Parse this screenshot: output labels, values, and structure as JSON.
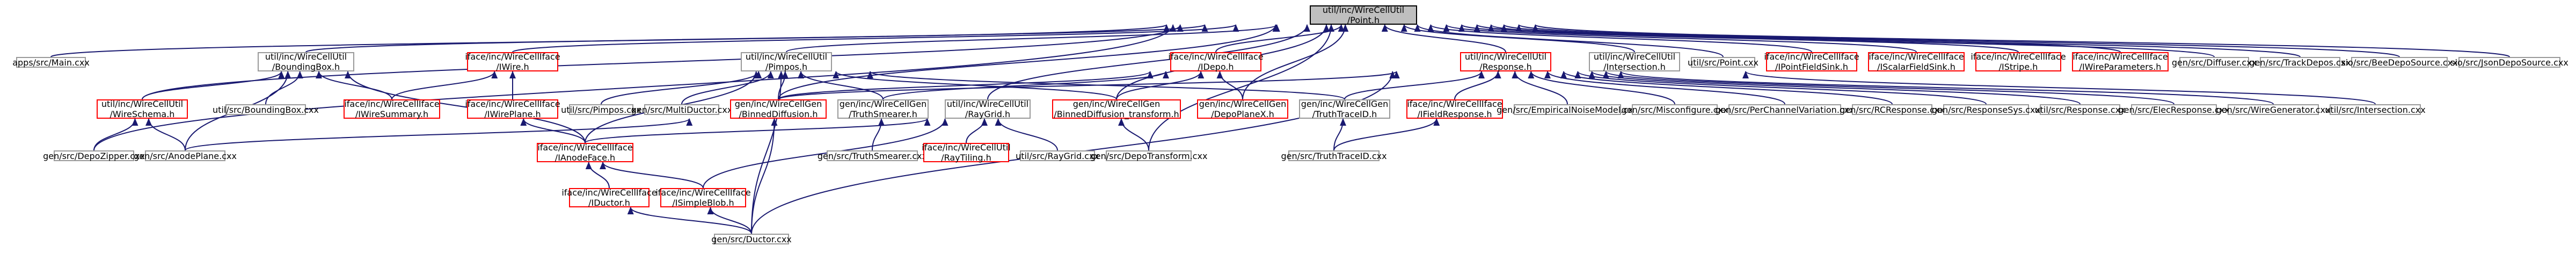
{
  "graph": {
    "kind": "include-dependency-graph",
    "edge_color": "#191970",
    "border_colors": {
      "documented": "#999999",
      "external": "#ff0000",
      "root": "#000000"
    },
    "root_fill": "#bfbfbf",
    "nodes": [
      {
        "id": "point",
        "label": "util/inc/WireCellUtil\n/Point.h",
        "style": "root"
      },
      {
        "id": "apps_main",
        "label": "apps/src/Main.cxx",
        "style": "doc"
      },
      {
        "id": "boundingbox_h",
        "label": "util/inc/WireCellUtil\n/BoundingBox.h",
        "style": "doc"
      },
      {
        "id": "iwire_h",
        "label": "iface/inc/WireCellIface\n/IWire.h",
        "style": "ext"
      },
      {
        "id": "pimpos_h",
        "label": "util/inc/WireCellUtil\n/Pimpos.h",
        "style": "doc"
      },
      {
        "id": "idepo_h",
        "label": "iface/inc/WireCellIface\n/IDepo.h",
        "style": "ext"
      },
      {
        "id": "response_h",
        "label": "util/inc/WireCellUtil\n/Response.h",
        "style": "ext"
      },
      {
        "id": "intersection_h",
        "label": "util/inc/WireCellUtil\n/Intersection.h",
        "style": "doc"
      },
      {
        "id": "util_point_cxx",
        "label": "util/src/Point.cxx",
        "style": "doc"
      },
      {
        "id": "ipointfieldsink",
        "label": "iface/inc/WireCellIface\n/IPointFieldSink.h",
        "style": "ext"
      },
      {
        "id": "iscalarfieldsink",
        "label": "iface/inc/WireCellIface\n/IScalarFieldSink.h",
        "style": "ext"
      },
      {
        "id": "istripe",
        "label": "iface/inc/WireCellIface\n/IStripe.h",
        "style": "ext"
      },
      {
        "id": "iwireparameters",
        "label": "iface/inc/WireCellIface\n/IWireParameters.h",
        "style": "ext"
      },
      {
        "id": "gen_diffuser",
        "label": "gen/src/Diffuser.cxx",
        "style": "doc"
      },
      {
        "id": "gen_trackdepos",
        "label": "gen/src/TrackDepos.cxx",
        "style": "doc"
      },
      {
        "id": "sio_bee",
        "label": "sio/src/BeeDepoSource.cxx",
        "style": "doc"
      },
      {
        "id": "sio_json",
        "label": "sio/src/JsonDepoSource.cxx",
        "style": "doc"
      },
      {
        "id": "wireschema_h",
        "label": "util/inc/WireCellUtil\n/WireSchema.h",
        "style": "ext"
      },
      {
        "id": "util_bbox_cxx",
        "label": "util/src/BoundingBox.cxx",
        "style": "doc"
      },
      {
        "id": "iwiresummary_h",
        "label": "iface/inc/WireCellIface\n/IWireSummary.h",
        "style": "ext"
      },
      {
        "id": "iwireplane_h",
        "label": "iface/inc/WireCellIface\n/IWirePlane.h",
        "style": "ext"
      },
      {
        "id": "util_pimpos_cxx",
        "label": "util/src/Pimpos.cxx",
        "style": "doc"
      },
      {
        "id": "gen_multiductor",
        "label": "gen/src/MultiDuctor.cxx",
        "style": "doc"
      },
      {
        "id": "bdiffusion_h",
        "label": "gen/inc/WireCellGen\n/BinnedDiffusion.h",
        "style": "ext"
      },
      {
        "id": "truthsmearer_h",
        "label": "gen/inc/WireCellGen\n/TruthSmearer.h",
        "style": "doc"
      },
      {
        "id": "raygrid_h",
        "label": "util/inc/WireCellUtil\n/RayGrid.h",
        "style": "doc"
      },
      {
        "id": "bdiff_transform_h",
        "label": "gen/inc/WireCellGen\n/BinnedDiffusion_transform.h",
        "style": "ext"
      },
      {
        "id": "depoplanex_h",
        "label": "gen/inc/WireCellGen\n/DepoPlaneX.h",
        "style": "ext"
      },
      {
        "id": "truthtraceid_h",
        "label": "gen/inc/WireCellGen\n/TruthTraceID.h",
        "style": "doc"
      },
      {
        "id": "ifieldresponse_h",
        "label": "iface/inc/WireCellIface\n/IFieldResponse.h",
        "style": "ext"
      },
      {
        "id": "gen_empirical",
        "label": "gen/src/EmpiricalNoiseModel.cxx",
        "style": "doc"
      },
      {
        "id": "gen_misconfigure",
        "label": "gen/src/Misconfigure.cxx",
        "style": "doc"
      },
      {
        "id": "gen_perchannel",
        "label": "gen/src/PerChannelVariation.cxx",
        "style": "doc"
      },
      {
        "id": "gen_rcresponse",
        "label": "gen/src/RCResponse.cxx",
        "style": "doc"
      },
      {
        "id": "gen_responsesys",
        "label": "gen/src/ResponseSys.cxx",
        "style": "doc"
      },
      {
        "id": "util_response_cxx",
        "label": "util/src/Response.cxx",
        "style": "doc"
      },
      {
        "id": "gen_elecresponse",
        "label": "gen/src/ElecResponse.cxx",
        "style": "doc"
      },
      {
        "id": "gen_wiregenerator",
        "label": "gen/src/WireGenerator.cxx",
        "style": "doc"
      },
      {
        "id": "util_intersection_cxx",
        "label": "util/src/Intersection.cxx",
        "style": "doc"
      },
      {
        "id": "gen_depozipper",
        "label": "gen/src/DepoZipper.cxx",
        "style": "doc"
      },
      {
        "id": "gen_anodeplane",
        "label": "gen/src/AnodePlane.cxx",
        "style": "doc"
      },
      {
        "id": "ianodeface_h",
        "label": "iface/inc/WireCellIface\n/IAnodeFace.h",
        "style": "ext"
      },
      {
        "id": "gen_truthsmearer_cxx",
        "label": "gen/src/TruthSmearer.cxx",
        "style": "doc"
      },
      {
        "id": "iraytiling_h",
        "label": "iface/inc/WireCellUtil\n/RayTiling.h",
        "style": "ext"
      },
      {
        "id": "util_raygrid_cxx",
        "label": "util/src/RayGrid.cxx",
        "style": "doc"
      },
      {
        "id": "gen_depotransform",
        "label": "gen/src/DepoTransform.cxx",
        "style": "doc"
      },
      {
        "id": "gen_truthtraceid_cxx",
        "label": "gen/src/TruthTraceID.cxx",
        "style": "doc"
      },
      {
        "id": "iductor_h",
        "label": "iface/inc/WireCellIface\n/IDuctor.h",
        "style": "ext"
      },
      {
        "id": "isimpleblob_h",
        "label": "iface/inc/WireCellIface\n/ISimpleBlob.h",
        "style": "ext"
      },
      {
        "id": "gen_ductor",
        "label": "gen/src/Ductor.cxx",
        "style": "doc"
      }
    ],
    "edges": [
      [
        "apps_main",
        "point"
      ],
      [
        "boundingbox_h",
        "point"
      ],
      [
        "iwire_h",
        "point"
      ],
      [
        "pimpos_h",
        "point"
      ],
      [
        "idepo_h",
        "point"
      ],
      [
        "response_h",
        "point"
      ],
      [
        "intersection_h",
        "point"
      ],
      [
        "util_point_cxx",
        "point"
      ],
      [
        "ipointfieldsink",
        "point"
      ],
      [
        "iscalarfieldsink",
        "point"
      ],
      [
        "istripe",
        "point"
      ],
      [
        "iwireparameters",
        "point"
      ],
      [
        "gen_diffuser",
        "point"
      ],
      [
        "gen_trackdepos",
        "point"
      ],
      [
        "sio_bee",
        "point"
      ],
      [
        "sio_json",
        "point"
      ],
      [
        "wireschema_h",
        "point"
      ],
      [
        "gen_depozipper",
        "point"
      ],
      [
        "bdiffusion_h",
        "point"
      ],
      [
        "raygrid_h",
        "point"
      ],
      [
        "bdiff_transform_h",
        "point"
      ],
      [
        "depoplanex_h",
        "point"
      ],
      [
        "gen_depotransform",
        "point"
      ],
      [
        "wireschema_h",
        "boundingbox_h"
      ],
      [
        "util_bbox_cxx",
        "boundingbox_h"
      ],
      [
        "iwiresummary_h",
        "boundingbox_h"
      ],
      [
        "gen_anodeplane",
        "boundingbox_h"
      ],
      [
        "ianodeface_h",
        "boundingbox_h"
      ],
      [
        "iwiresummary_h",
        "iwire_h"
      ],
      [
        "iwireplane_h",
        "iwire_h"
      ],
      [
        "util_pimpos_cxx",
        "pimpos_h"
      ],
      [
        "gen_multiductor",
        "pimpos_h"
      ],
      [
        "bdiffusion_h",
        "pimpos_h"
      ],
      [
        "truthsmearer_h",
        "pimpos_h"
      ],
      [
        "bdiff_transform_h",
        "pimpos_h"
      ],
      [
        "truthtraceid_h",
        "pimpos_h"
      ],
      [
        "gen_ductor",
        "pimpos_h"
      ],
      [
        "ianodeface_h",
        "pimpos_h"
      ],
      [
        "bdiffusion_h",
        "idepo_h"
      ],
      [
        "depoplanex_h",
        "idepo_h"
      ],
      [
        "bdiff_transform_h",
        "idepo_h"
      ],
      [
        "truthsmearer_h",
        "idepo_h"
      ],
      [
        "ifieldresponse_h",
        "response_h"
      ],
      [
        "gen_empirical",
        "response_h"
      ],
      [
        "gen_misconfigure",
        "response_h"
      ],
      [
        "gen_perchannel",
        "response_h"
      ],
      [
        "gen_rcresponse",
        "response_h"
      ],
      [
        "gen_responsesys",
        "response_h"
      ],
      [
        "util_response_cxx",
        "response_h"
      ],
      [
        "gen_elecresponse",
        "response_h"
      ],
      [
        "gen_wiregenerator",
        "response_h"
      ],
      [
        "truthtraceid_h",
        "response_h"
      ],
      [
        "bdiffusion_h",
        "response_h"
      ],
      [
        "gen_ductor",
        "response_h"
      ],
      [
        "util_intersection_cxx",
        "intersection_h"
      ],
      [
        "gen_depozipper",
        "wireschema_h"
      ],
      [
        "gen_anodeplane",
        "wireschema_h"
      ],
      [
        "ianodeface_h",
        "iwireplane_h"
      ],
      [
        "gen_truthsmearer_cxx",
        "truthsmearer_h"
      ],
      [
        "iraytiling_h",
        "raygrid_h"
      ],
      [
        "util_raygrid_cxx",
        "raygrid_h"
      ],
      [
        "ianodeface_h",
        "raygrid_h"
      ],
      [
        "isimpleblob_h",
        "raygrid_h"
      ],
      [
        "gen_depotransform",
        "bdiff_transform_h"
      ],
      [
        "gen_truthtraceid_cxx",
        "truthtraceid_h"
      ],
      [
        "gen_truthtraceid_cxx",
        "ifieldresponse_h"
      ],
      [
        "gen_anodeplane",
        "bdiffusion_h"
      ],
      [
        "iductor_h",
        "ianodeface_h"
      ],
      [
        "isimpleblob_h",
        "ianodeface_h"
      ],
      [
        "gen_ductor",
        "iductor_h"
      ],
      [
        "gen_ductor",
        "bdiffusion_h"
      ],
      [
        "gen_ductor",
        "isimpleblob_h"
      ]
    ]
  }
}
